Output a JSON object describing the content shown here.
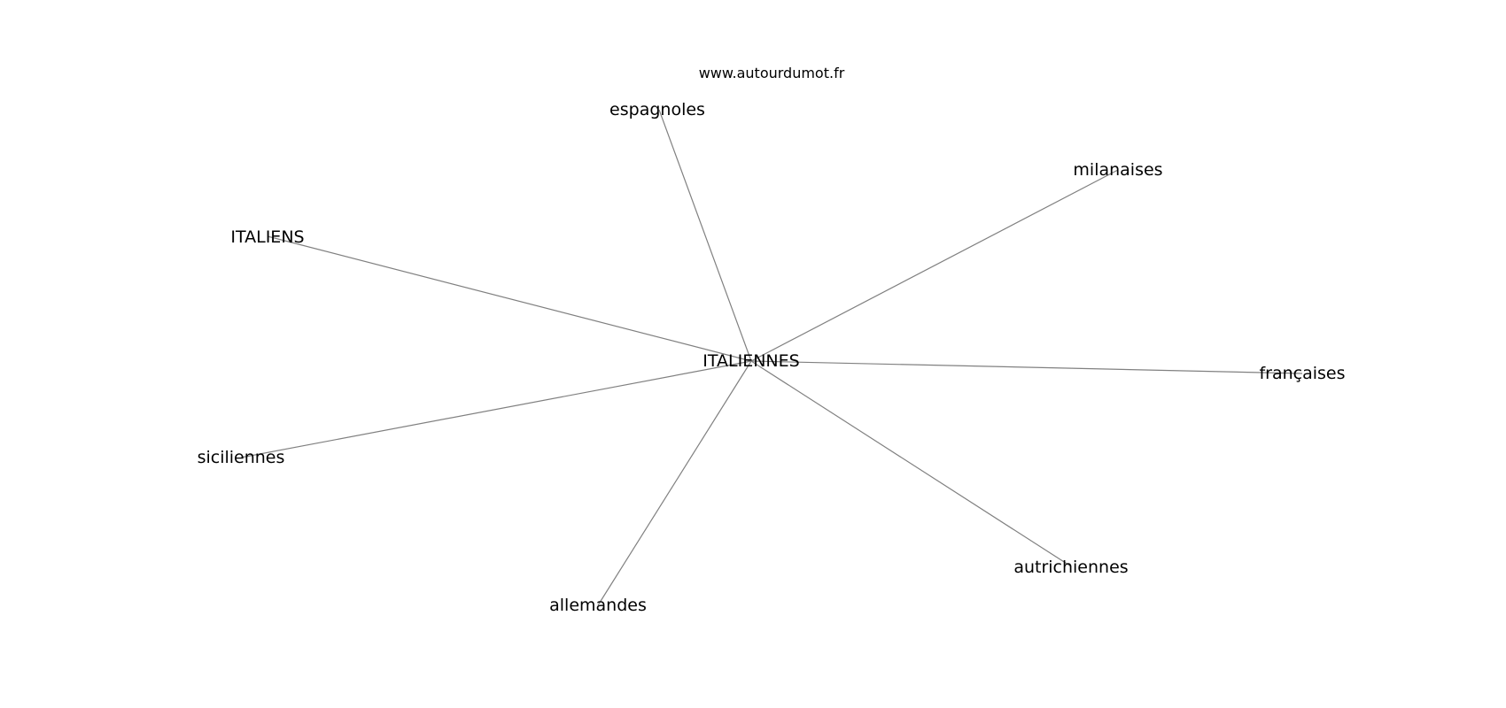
{
  "watermark": "www.autourdumot.fr",
  "center": {
    "label": "ITALIENNES"
  },
  "neighbors": [
    {
      "id": "espagnoles",
      "label": "espagnoles"
    },
    {
      "id": "milanaises",
      "label": "milanaises"
    },
    {
      "id": "italiens",
      "label": "ITALIENS"
    },
    {
      "id": "francaises",
      "label": "françaises"
    },
    {
      "id": "siciliennes",
      "label": "siciliennes"
    },
    {
      "id": "autrichiennes",
      "label": "autrichiennes"
    },
    {
      "id": "allemandes",
      "label": "allemandes"
    }
  ]
}
